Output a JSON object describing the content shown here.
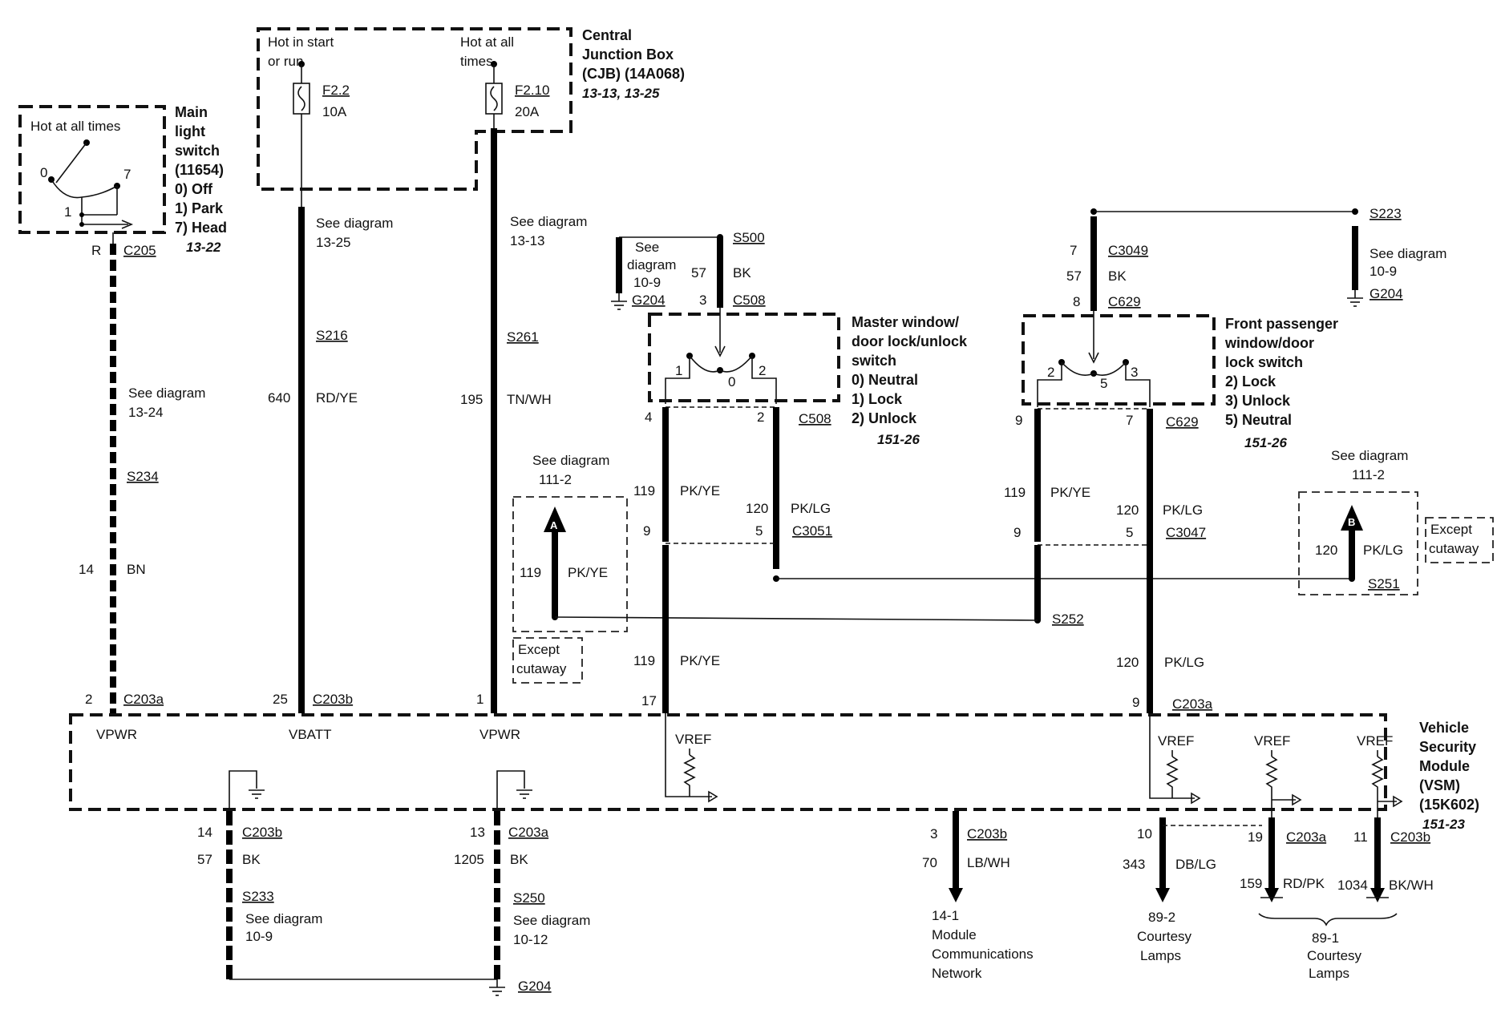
{
  "main_switch": {
    "title": [
      "Main",
      "light",
      "switch",
      "(11654)",
      "0) Off",
      "1) Park",
      "7) Head"
    ],
    "ref": "13-22",
    "hot": "Hot at all times",
    "pos0": "0",
    "pos1": "1",
    "pos7": "7"
  },
  "cjb": {
    "title": [
      "Central",
      "Junction Box",
      "(CJB) (14A068)"
    ],
    "ref": "13-13, 13-25",
    "hot_start": [
      "Hot in start",
      "or run"
    ],
    "hot_all": [
      "Hot at all",
      "times"
    ],
    "fuse1": {
      "name": "F2.2",
      "rating": "10A"
    },
    "fuse2": {
      "name": "F2.10",
      "rating": "20A"
    }
  },
  "wire1": {
    "top_pin": "R",
    "top_conn": "C205",
    "see": [
      "See diagram",
      "13-24"
    ],
    "splice": "S234",
    "circuit": "14",
    "color": "BN",
    "bot_pin": "2",
    "bot_conn": "C203a",
    "vsm_label": "VPWR"
  },
  "wire2": {
    "see": [
      "See diagram",
      "13-25"
    ],
    "splice": "S216",
    "circuit": "640",
    "color": "RD/YE",
    "bot_pin": "25",
    "bot_conn": "C203b",
    "vsm_label": "VBATT"
  },
  "wire3": {
    "see": [
      "See diagram",
      "13-13"
    ],
    "splice": "S261",
    "circuit": "195",
    "color": "TN/WH",
    "bot_pin": "1",
    "vsm_label": "VPWR"
  },
  "master_switch": {
    "title": [
      "Master window/",
      "door lock/unlock",
      "switch",
      "0)  Neutral",
      "1)  Lock",
      "2)  Unlock"
    ],
    "ref": "151-26",
    "see": [
      "See",
      "diagram",
      "10-9"
    ],
    "ground": "G204",
    "splice": "S500",
    "circuit": "57",
    "color": "BK",
    "in_pin": "3",
    "in_conn": "C508",
    "pos1": "1",
    "pos0": "0",
    "pos2": "2",
    "out_pin_a": "4",
    "out_pin_b": "2",
    "out_conn": "C508",
    "c_a": "119",
    "col_a": "PK/YE",
    "c_b": "120",
    "col_b": "PK/LG",
    "inline_pin_a": "9",
    "inline_pin_b": "5",
    "inline_conn": "C3051"
  },
  "pass_switch": {
    "title": [
      "Front passenger",
      "window/door",
      "lock switch",
      "2)  Lock",
      "3)  Unlock",
      "5)  Neutral"
    ],
    "ref": "151-26",
    "splice_top": "S223",
    "see": [
      "See diagram",
      "10-9"
    ],
    "ground": "G204",
    "in_pin": "7",
    "in_conn": "C3049",
    "circuit": "57",
    "color": "BK",
    "in2_pin": "8",
    "in2_conn": "C629",
    "pos2": "2",
    "pos5": "5",
    "pos3": "3",
    "out_pin_a": "9",
    "out_pin_b": "7",
    "out_conn": "C629",
    "c_a": "119",
    "col_a": "PK/YE",
    "c_b": "120",
    "col_b": "PK/LG",
    "inline_pin_a": "9",
    "inline_pin_b": "5",
    "inline_conn": "C3047"
  },
  "offpage_a": {
    "see": [
      "See diagram",
      "111-2"
    ],
    "letter": "A",
    "circuit": "119",
    "color": "PK/YE",
    "note": [
      "Except",
      "cutaway"
    ]
  },
  "offpage_b": {
    "see": [
      "See diagram",
      "111-2"
    ],
    "letter": "B",
    "circuit": "120",
    "color": "PK/LG",
    "note": [
      "Except",
      "cutaway"
    ],
    "splice": "S251"
  },
  "splice_s252": "S252",
  "lower_a": {
    "circuit": "119",
    "color": "PK/YE",
    "pin": "17"
  },
  "lower_b": {
    "circuit": "120",
    "color": "PK/LG",
    "pin": "9",
    "conn": "C203a"
  },
  "vsm": {
    "title": [
      "Vehicle",
      "Security",
      "Module",
      "(VSM)",
      "(15K602)"
    ],
    "ref": "151-23",
    "vref": "VREF"
  },
  "ground1": {
    "pin": "14",
    "conn": "C203b",
    "circuit": "57",
    "color": "BK",
    "splice": "S233",
    "see": [
      "See diagram",
      "10-9"
    ]
  },
  "ground2": {
    "pin": "13",
    "conn": "C203a",
    "circuit": "1205",
    "color": "BK",
    "splice": "S250",
    "see": [
      "See diagram",
      "10-12"
    ],
    "ground": "G204"
  },
  "out_mcn": {
    "pin": "3",
    "conn": "C203b",
    "circuit": "70",
    "color": "LB/WH",
    "dest": [
      "14-1",
      "Module",
      "Communications",
      "Network"
    ]
  },
  "out_courtesy1": {
    "pin": "10",
    "circuit": "343",
    "color": "DB/LG",
    "dest": [
      "89-2",
      "Courtesy",
      "Lamps"
    ]
  },
  "out_rdpk": {
    "pin": "19",
    "conn": "C203a",
    "circuit": "159",
    "color": "RD/PK"
  },
  "out_bkwh": {
    "pin": "11",
    "conn": "C203b",
    "circuit": "1034",
    "color": "BK/WH"
  },
  "out_courtesy2": {
    "dest": [
      "89-1",
      "Courtesy",
      "Lamps"
    ]
  }
}
